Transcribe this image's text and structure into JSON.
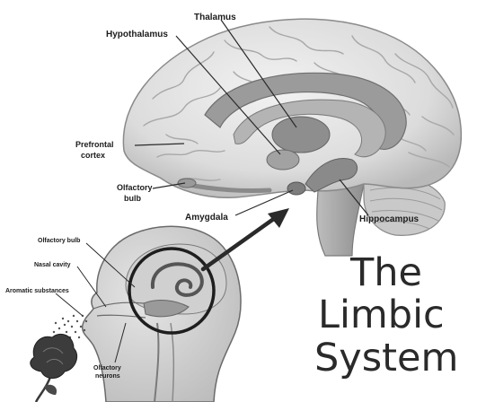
{
  "labels": {
    "thalamus": "Thalamus",
    "hypothalamus": "Hypothalamus",
    "prefrontal_line1": "Prefrontal",
    "prefrontal_line2": "cortex",
    "olfactory_line1": "Olfactory",
    "olfactory_line2": "bulb",
    "amygdala": "Amygdala",
    "hippocampus": "Hippocampus",
    "inset_olfactory_bulb": "Olfactory bulb",
    "nasal_cavity": "Nasal cavity",
    "aromatic_substances": "Aromatic substances",
    "olfactory_neurons_line1": "Olfactory",
    "olfactory_neurons_line2": "neurons"
  },
  "title": {
    "line1": "The",
    "line2": "Limbic",
    "line3": "System"
  }
}
